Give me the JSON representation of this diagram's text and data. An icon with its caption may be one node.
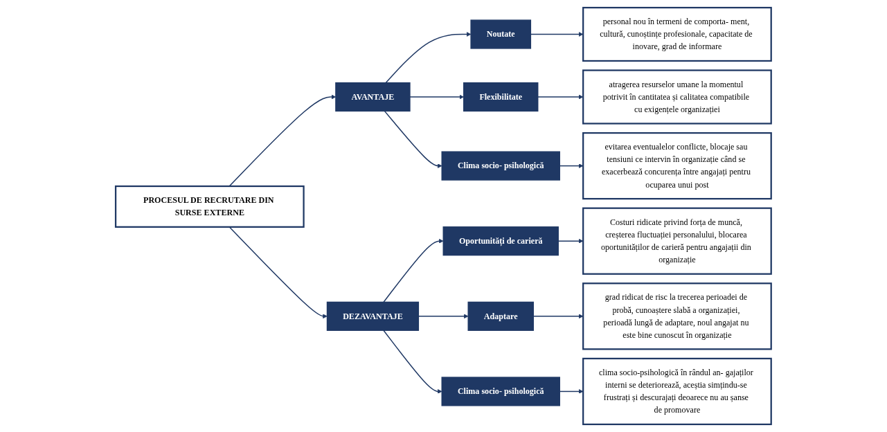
{
  "diagram": {
    "nodes": [
      {
        "text": [
          "PROCESUL DE RECRUTARE DIN SURSE EXTERNE"
        ]
      },
      {
        "text": [
          "AVANTAJE"
        ]
      },
      {
        "text": [
          "Noutate"
        ]
      },
      {
        "text": [
          "personal nou în termeni de comporta- ment, cultură, cunoștințe profesionale, capacitate de inovare, grad de informare"
        ]
      },
      {
        "text": [
          "Flexibilitate"
        ]
      },
      {
        "text": [
          "atragerea resurselor umane la momentul potrivit în cantitatea și calitatea compatibile cu exigențele organizației"
        ]
      },
      {
        "text": [
          "Clima socio- psihologică"
        ]
      },
      {
        "text": [
          "evitarea eventualelor conflicte, blocaje sau tensiuni ce intervin în organizație când se exacerbează concurența între angajați pentru ocuparea unui post"
        ]
      },
      {
        "text": [
          "DEZAVANTAJE"
        ]
      },
      {
        "text": [
          "Oportunități de carieră"
        ]
      },
      {
        "text": [
          "Costuri ridicate privind forța de muncă, creșterea fluctuației personalului, blocarea oportunităților de carieră pentru angajații din organizație"
        ]
      },
      {
        "text": [
          "Adaptare"
        ]
      },
      {
        "text": [
          "grad ridicat de risc la trecerea perioadei de probă, cunoaștere slabă a organizației, perioadă lungă de adaptare, noul angajat nu este bine cunoscut în organizație"
        ]
      },
      {
        "text": [
          "Clima socio- psihologică"
        ]
      },
      {
        "text": [
          "clima socio-psihologică în rândul an- gajaților interni se deteriorează, aceștia simțindu-se frustrați și descurajați deoarece nu au șanse de promovare"
        ]
      }
    ],
    "edges": [
      {
        "from": 0,
        "to": 1,
        "arrow": "to"
      },
      {
        "from": 0,
        "to": 8,
        "arrow": "to"
      },
      {
        "from": 1,
        "to": 2,
        "arrow": "to"
      },
      {
        "from": 1,
        "to": 4,
        "arrow": "to"
      },
      {
        "from": 1,
        "to": 6,
        "arrow": "to"
      },
      {
        "from": 2,
        "to": 3,
        "arrow": "to"
      },
      {
        "from": 4,
        "to": 5,
        "arrow": "to"
      },
      {
        "from": 6,
        "to": 7,
        "arrow": "to"
      },
      {
        "from": 8,
        "to": 9,
        "arrow": "to"
      },
      {
        "from": 8,
        "to": 11,
        "arrow": "to"
      },
      {
        "from": 8,
        "to": 13,
        "arrow": "to"
      },
      {
        "from": 9,
        "to": 10,
        "arrow": "to"
      },
      {
        "from": 11,
        "to": 12,
        "arrow": "to"
      },
      {
        "from": 13,
        "to": 14,
        "arrow": "to"
      }
    ]
  }
}
